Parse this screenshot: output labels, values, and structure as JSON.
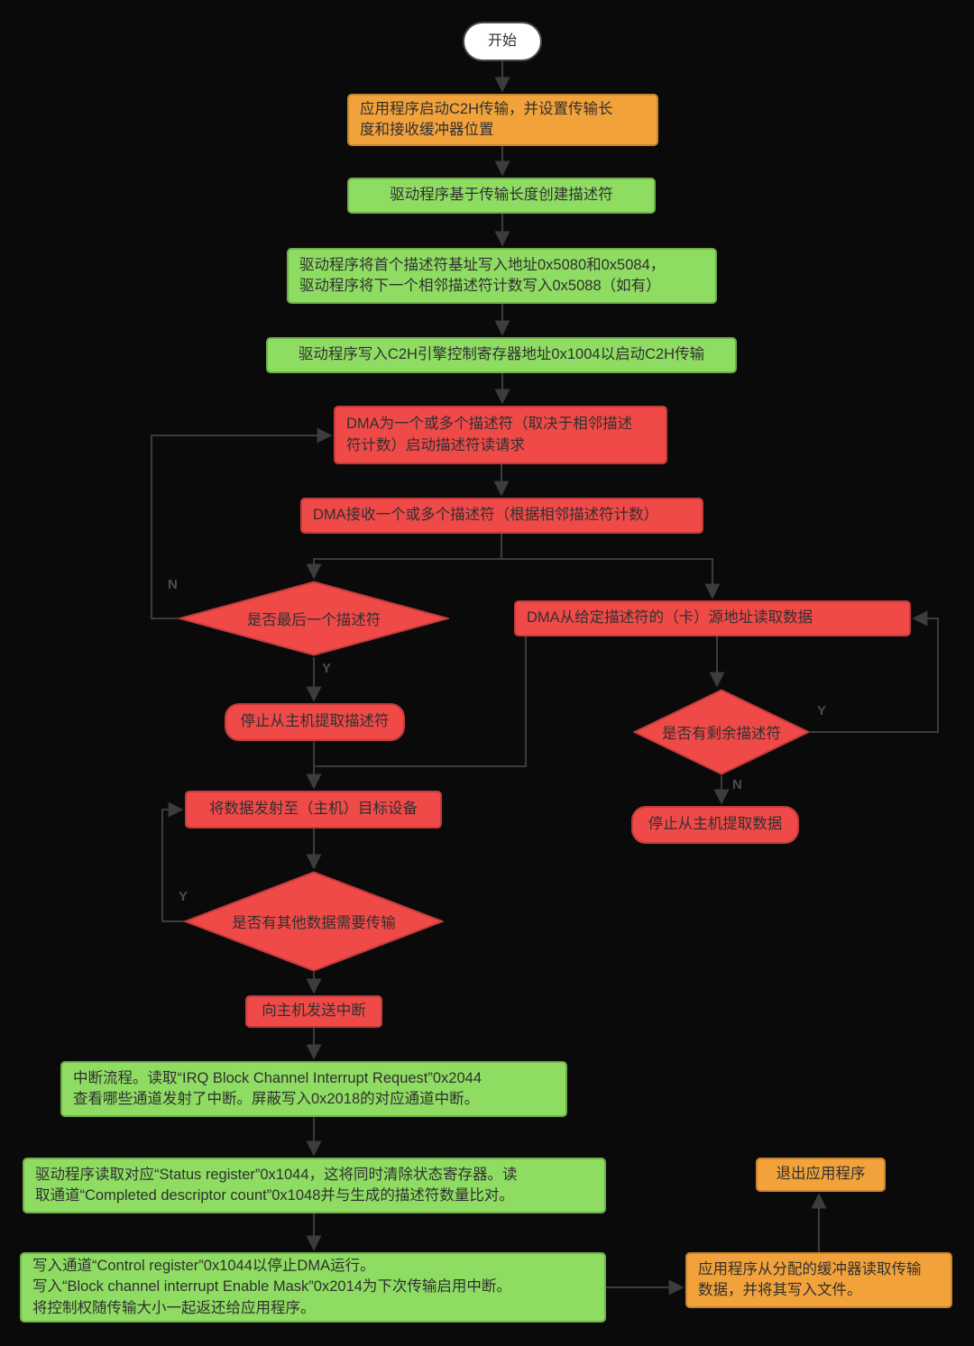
{
  "diagram": {
    "nodes": {
      "start": "开始",
      "app_start_c2h": "应用程序启动C2H传输，并设置传输长\n度和接收缓冲器位置",
      "driver_create_desc": "驱动程序基于传输长度创建描述符",
      "driver_write_base": "驱动程序将首个描述符基址写入地址0x5080和0x5084，\n驱动程序将下一个相邻描述符计数写入0x5088（如有）",
      "driver_write_ctrl": "驱动程序写入C2H引擎控制寄存器地址0x1004以启动C2H传输",
      "dma_desc_read_req": "DMA为一个或多个描述符（取决于相邻描述\n符计数）启动描述符读请求",
      "dma_recv_desc": "DMA接收一个或多个描述符（根据相邻描述符计数）",
      "is_last_desc": "是否最后一个描述符",
      "dma_read_data": "DMA从给定描述符的（卡）源地址读取数据",
      "stop_fetch_desc": "停止从主机提取描述符",
      "has_remaining_desc": "是否有剩余描述符",
      "stop_fetch_data": "停止从主机提取数据",
      "transmit_data": "将数据发射至（主机）目标设备",
      "more_data": "是否有其他数据需要传输",
      "send_interrupt": "向主机发送中断",
      "interrupt_flow": "中断流程。读取“IRQ Block Channel Interrupt Request”0x2044\n查看哪些通道发射了中断。屏蔽写入0x2018的对应通道中断。",
      "read_status": "驱动程序读取对应“Status register”0x1044，这将同时清除状态寄存器。读\n取通道“Completed descriptor count”0x1048并与生成的描述符数量比对。",
      "write_control": "写入通道“Control register”0x1044以停止DMA运行。\n写入“Block channel interrupt Enable Mask”0x2014为下次传输启用中断。\n将控制权随传输大小一起返还给应用程序。",
      "app_read_buffer": "应用程序从分配的缓冲器读取传输\n数据，并将其写入文件。",
      "exit_app": "退出应用程序"
    },
    "edge_labels": {
      "last_desc_no": "N",
      "last_desc_yes": "Y",
      "remaining_yes": "Y",
      "remaining_no": "N",
      "more_data_yes": "Y"
    },
    "colors": {
      "orange": "#F2A23B",
      "green": "#8FDC63",
      "red": "#EF4A48",
      "white": "#FFFFFF",
      "background": "#0A0A0A",
      "line": "#3C3C3C",
      "text": "#303030"
    }
  }
}
